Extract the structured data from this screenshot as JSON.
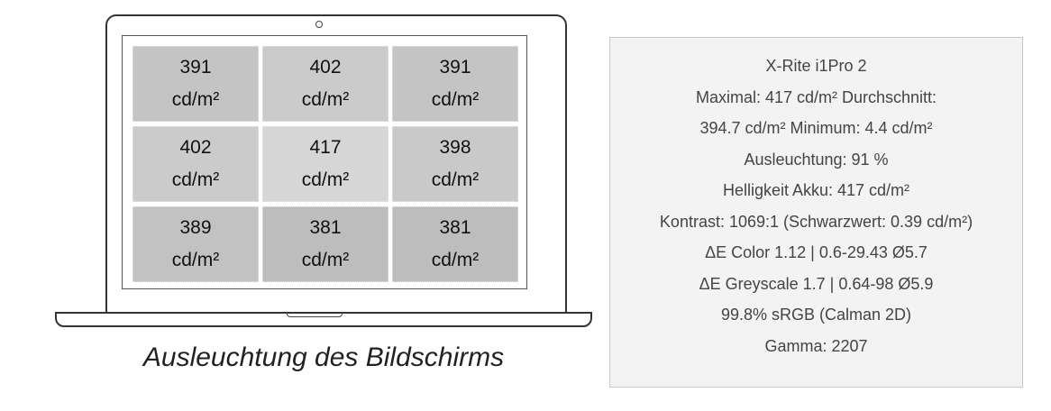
{
  "screen_grid": {
    "cells": [
      {
        "value": "391",
        "unit": "cd/m²",
        "color": "#c4c4c4"
      },
      {
        "value": "402",
        "unit": "cd/m²",
        "color": "#cbcbcb"
      },
      {
        "value": "391",
        "unit": "cd/m²",
        "color": "#c4c4c4"
      },
      {
        "value": "402",
        "unit": "cd/m²",
        "color": "#cbcbcb"
      },
      {
        "value": "417",
        "unit": "cd/m²",
        "color": "#d6d6d6"
      },
      {
        "value": "398",
        "unit": "cd/m²",
        "color": "#c9c9c9"
      },
      {
        "value": "389",
        "unit": "cd/m²",
        "color": "#c2c2c2"
      },
      {
        "value": "381",
        "unit": "cd/m²",
        "color": "#bdbdbd"
      },
      {
        "value": "381",
        "unit": "cd/m²",
        "color": "#bdbdbd"
      }
    ]
  },
  "caption": "Ausleuchtung des Bildschirms",
  "panel": {
    "lines": [
      "X-Rite i1Pro 2",
      "Maximal: 417 cd/m² Durchschnitt:",
      "394.7 cd/m² Minimum: 4.4 cd/m²",
      "Ausleuchtung: 91 %",
      "Helligkeit Akku: 417 cd/m²",
      "Kontrast: 1069:1 (Schwarzwert: 0.39 cd/m²)",
      "ΔE Color 1.12 | 0.6-29.43 Ø5.7",
      "ΔE Greyscale 1.7 | 0.64-98 Ø5.9",
      "99.8% sRGB (Calman 2D)",
      "Gamma: 2207"
    ]
  }
}
